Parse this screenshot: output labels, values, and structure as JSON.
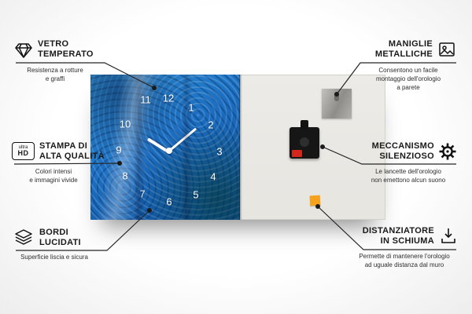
{
  "colors": {
    "clock_blue": "#1b6ec2",
    "back_panel": "#e9e7e2",
    "foam_orange": "#f6a21c",
    "mechanism_black": "#161616",
    "battery_red": "#d3271c",
    "hands_white": "#ffffff",
    "line_black": "#252525"
  },
  "clock": {
    "numbers": [
      "11",
      "12",
      "1",
      "10",
      "2",
      "9",
      "3",
      "8",
      "4",
      "7",
      "6",
      "5"
    ]
  },
  "callouts": {
    "vetro": {
      "title": "VETRO\nTEMPERATO",
      "desc": "Resistenza a rotture\ne graffi"
    },
    "stampa": {
      "badge_top": "ultra",
      "badge_bottom": "HD",
      "title": "STAMPA DI\nALTA QUALITÀ",
      "desc": "Colori intensi\ne immagini vivide"
    },
    "bordi": {
      "title": "BORDI\nLUCIDATI",
      "desc": "Superficie liscia e sicura"
    },
    "maniglie": {
      "title": "MANIGLIE\nMETALLICHE",
      "desc": "Consentono un facile\nmontaggio dell'orologio\na parete"
    },
    "meccanismo": {
      "title": "MECCANISMO\nSILENZIOSO",
      "desc": "Le lancette dell'orologio\nnon emettono alcun suono"
    },
    "distanziatore": {
      "title": "DISTANZIATORE\nIN SCHIUMA",
      "desc": "Permette di mantenere l'orologio\nad uguale distanza dal muro"
    }
  }
}
